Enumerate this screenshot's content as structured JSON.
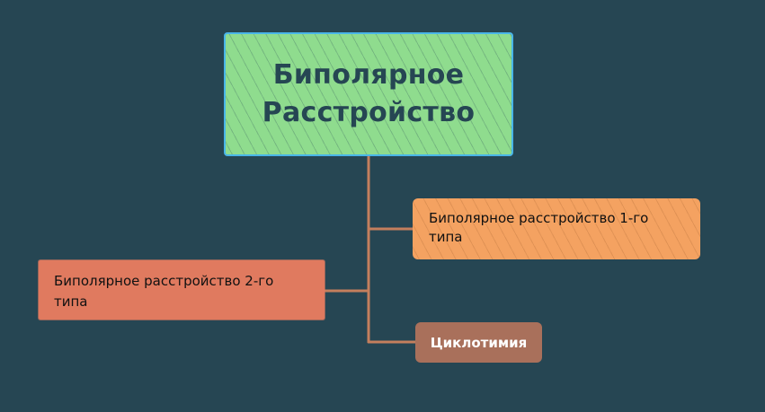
{
  "root": {
    "label": "Биполярное Расстройство"
  },
  "children": [
    {
      "id": "type1",
      "label": "Биполярное расстройство 1-го типа"
    },
    {
      "id": "type2",
      "label": "Биполярное расстройство 2-го типа"
    },
    {
      "id": "cyclo",
      "label": "Циклотимия"
    }
  ],
  "colors": {
    "background": "#264653",
    "root_fill": "#8fdc8e",
    "root_border": "#49b6e8",
    "type1_fill": "#f4a261",
    "type2_fill": "#e07a5f",
    "cyclo_fill": "#a9705b",
    "connector": "#c47f5d"
  }
}
